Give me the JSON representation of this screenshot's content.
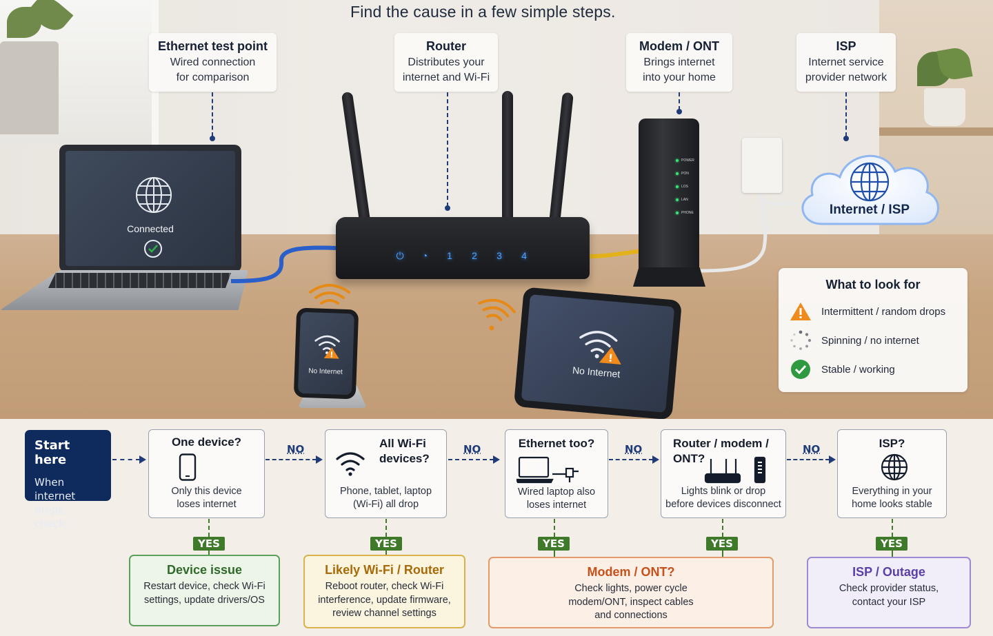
{
  "header": {
    "subtitle": "Find the cause in a few simple steps."
  },
  "labels": {
    "ethernet": {
      "title": "Ethernet test point",
      "line1": "Wired connection",
      "line2": "for comparison"
    },
    "router": {
      "title": "Router",
      "line1": "Distributes your",
      "line2": "internet and Wi-Fi"
    },
    "modem": {
      "title": "Modem / ONT",
      "line1": "Brings internet",
      "line2": "into your home"
    },
    "isp": {
      "title": "ISP",
      "line1": "Internet service",
      "line2": "provider network"
    }
  },
  "devices": {
    "laptop_status": "Connected",
    "phone_status": "No Internet",
    "tablet_status": "No Internet",
    "router_leds": [
      "1",
      "2",
      "3",
      "4"
    ],
    "modem_leds": [
      "POWER",
      "PON",
      "LOS",
      "LAN",
      "PHONE"
    ],
    "cloud_label": "Internet / ISP"
  },
  "legend": {
    "title": "What to look for",
    "items": [
      {
        "icon": "warning-icon",
        "label": "Intermittent / random drops",
        "color": "#f08a1c"
      },
      {
        "icon": "spinner-icon",
        "label": "Spinning / no internet",
        "color": "#6b7078"
      },
      {
        "icon": "check-circle-icon",
        "label": "Stable / working",
        "color": "#2f9a3f"
      }
    ]
  },
  "flow": {
    "start": {
      "title": "Start here",
      "line1": "When internet",
      "line2": "drops, check:"
    },
    "no_label": "NO",
    "yes_label": "YES",
    "questions": [
      {
        "title": "One device?",
        "line1": "Only this device",
        "line2": "loses internet",
        "icon": "smartphone-icon"
      },
      {
        "title_line1": "All Wi-Fi",
        "title_line2": "devices?",
        "line1": "Phone, tablet, laptop",
        "line2": "(Wi-Fi) all drop",
        "icon": "wifi-icon"
      },
      {
        "title": "Ethernet too?",
        "line1": "Wired laptop also",
        "line2": "loses internet",
        "icon": "laptop-ethernet-icon"
      },
      {
        "title_line1": "Router / modem /",
        "title_line2": "ONT?",
        "line1": "Lights blink or drop",
        "line2": "before devices disconnect",
        "icon": "router-modem-icon"
      },
      {
        "title": "ISP?",
        "line1": "Everything in your",
        "line2": "home looks stable",
        "icon": "globe-icon"
      }
    ],
    "results": [
      {
        "title": "Device issue",
        "line1": "Restart device, check Wi-Fi",
        "line2": "settings, update drivers/OS",
        "color": "#2f7a2f",
        "border": "#5aa05a",
        "bg": "#edf5e8"
      },
      {
        "title": "Likely Wi-Fi / Router",
        "line1": "Reboot router, check Wi-Fi",
        "line2": "interference, update firmware,",
        "line3": "review channel settings",
        "color": "#a86a08",
        "border": "#d9b24a",
        "bg": "#fbf4df"
      },
      {
        "title": "Modem / ONT?",
        "line1": "Check lights, power cycle",
        "line2": "modem/ONT, inspect cables",
        "line3": "and connections",
        "color": "#c8501a",
        "border": "#e49a6a",
        "bg": "#fcefe5"
      },
      {
        "title": "ISP / Outage",
        "line1": "Check provider status,",
        "line2": "contact your ISP",
        "color": "#5a3fa8",
        "border": "#9c8ad6",
        "bg": "#f1edf9"
      }
    ]
  }
}
